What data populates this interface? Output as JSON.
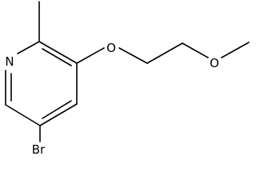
{
  "molecule": {
    "atoms": {
      "N": "N",
      "O_ether": "O",
      "O_methoxy": "O",
      "Br": "Br"
    }
  }
}
